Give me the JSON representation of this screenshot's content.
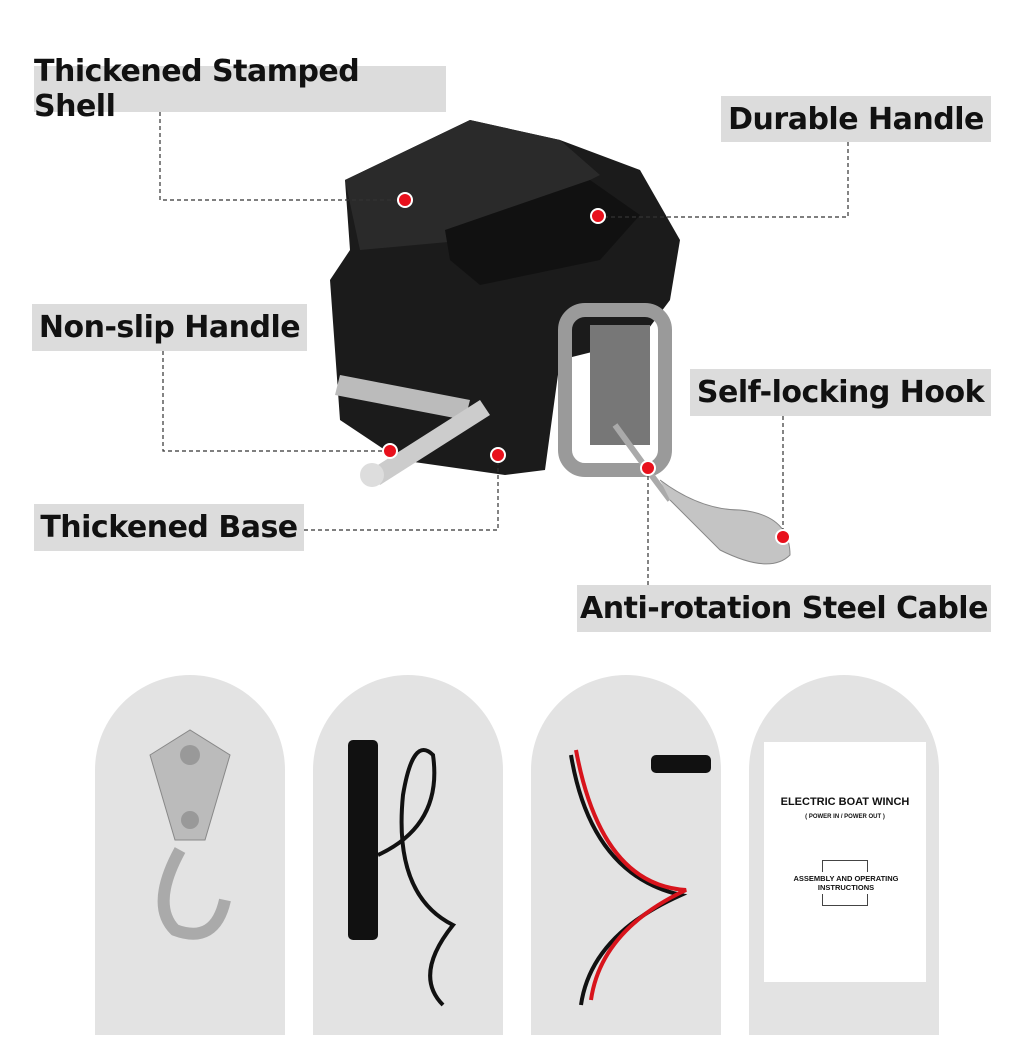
{
  "labels": {
    "stamped_shell": "Thickened Stamped Shell",
    "durable_handle": "Durable Handle",
    "non_slip_handle": "Non-slip Handle",
    "self_locking_hook": "Self-locking Hook",
    "thickened_base": "Thickened Base",
    "steel_cable": "Anti-rotation Steel Cable"
  },
  "manual": {
    "title": "ELECTRIC BOAT WINCH",
    "subtitle": "( POWER IN / POWER OUT )",
    "heading": "ASSEMBLY AND OPERATING INSTRUCTIONS"
  },
  "colors": {
    "label_bg": "#dcdcdc",
    "marker": "#e8101c",
    "arch_bg": "#e3e3e3"
  }
}
